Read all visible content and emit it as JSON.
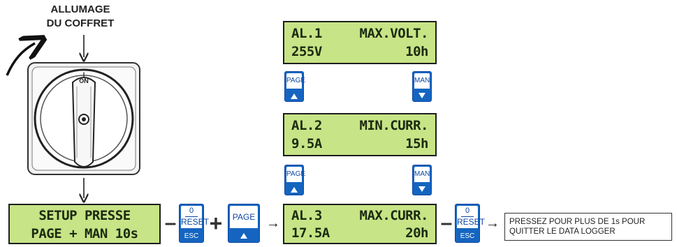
{
  "switch_title": [
    "ALLUMAGE",
    "DU COFFRET"
  ],
  "switch_label": [
    "I",
    "ON"
  ],
  "displays": [
    {
      "left": "AL.1",
      "right": "MAX.VOLT.",
      "value": "255V",
      "time": "10h"
    },
    {
      "left": "AL.2",
      "right": "MIN.CURR.",
      "value": "9.5A",
      "time": "15h"
    },
    {
      "left": "AL.3",
      "right": "MAX.CURR.",
      "value": "17.5A",
      "time": "20h"
    }
  ],
  "setup_display": [
    "SETUP PRESSE",
    "PAGE + MAN 10s"
  ],
  "keys": {
    "page": "PAGE",
    "man": "MAN",
    "reset_num": "0",
    "reset": "RESET",
    "esc": "ESC"
  },
  "operators": {
    "minus": "–",
    "plus": "+",
    "arrow": "→"
  },
  "note": "PRESSEZ POUR PLUS DE 1s POUR QUITTER LE DATA LOGGER",
  "colors": {
    "lcd": "#c7e486",
    "key_blue": "#1565c0"
  }
}
